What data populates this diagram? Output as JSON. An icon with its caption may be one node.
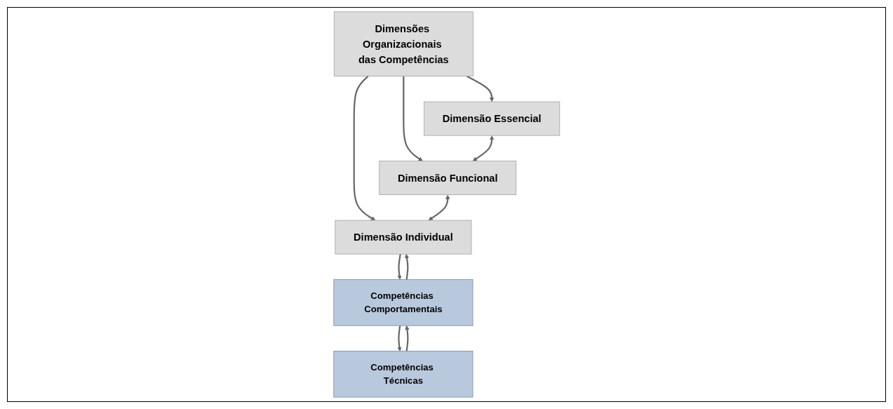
{
  "diagram": {
    "nodes": [
      {
        "text": [
          "Dimensões Organizacionais das Competências"
        ]
      },
      {
        "text": [
          "Dimensão Essencial"
        ]
      },
      {
        "text": [
          "Dimensão Funcional"
        ]
      },
      {
        "text": [
          "Dimensão Individual"
        ]
      },
      {
        "text": [
          "Competências Comportamentais"
        ]
      },
      {
        "text": [
          "Competências Técnicas"
        ]
      }
    ],
    "edges": [
      {
        "from": 0,
        "to": 1,
        "arrow": "to"
      },
      {
        "from": 0,
        "to": 2,
        "arrow": "to"
      },
      {
        "from": 0,
        "to": 3,
        "arrow": "to"
      },
      {
        "from": 1,
        "to": 2,
        "arrow": "both"
      },
      {
        "from": 2,
        "to": 3,
        "arrow": "both"
      },
      {
        "from": 3,
        "to": 4,
        "arrow": "to"
      },
      {
        "from": 4,
        "to": 5,
        "arrow": "to"
      },
      {
        "from": 5,
        "to": 4,
        "arrow": "to"
      },
      {
        "from": 4,
        "to": 3,
        "arrow": "to"
      }
    ]
  }
}
